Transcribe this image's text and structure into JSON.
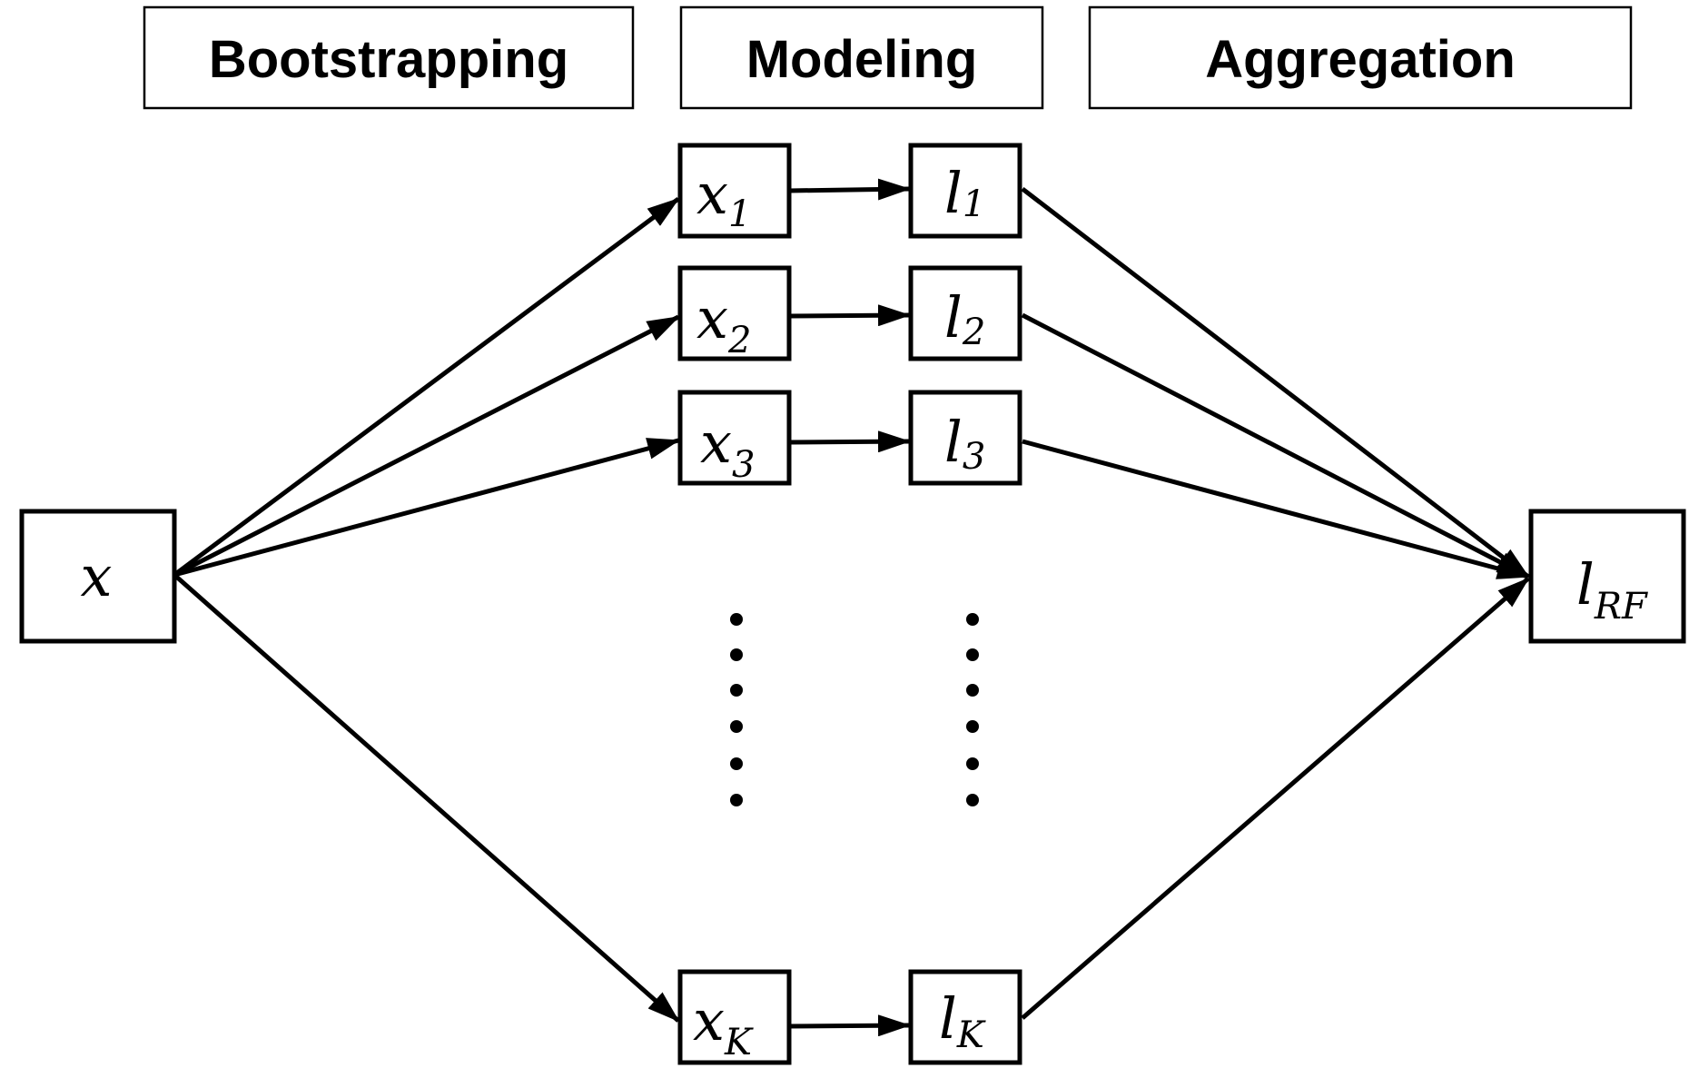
{
  "stages": {
    "bootstrapping": "Bootstrapping",
    "modeling": "Modeling",
    "aggregation": "Aggregation"
  },
  "input": {
    "main": "x"
  },
  "samples": [
    {
      "main": "x",
      "sub": "1"
    },
    {
      "main": "x",
      "sub": "2"
    },
    {
      "main": "x",
      "sub": "3"
    },
    {
      "main": "x",
      "sub": "K"
    }
  ],
  "learners": [
    {
      "main": "l",
      "sub": "1"
    },
    {
      "main": "l",
      "sub": "2"
    },
    {
      "main": "l",
      "sub": "3"
    },
    {
      "main": "l",
      "sub": "K"
    }
  ],
  "output": {
    "main": "l",
    "sub": "RF"
  }
}
